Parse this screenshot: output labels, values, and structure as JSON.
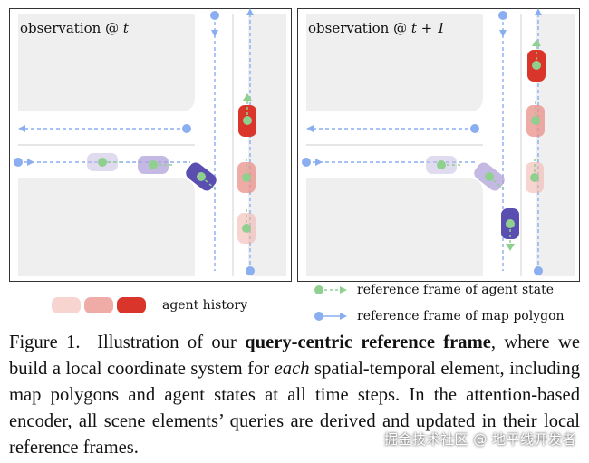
{
  "panels": [
    {
      "title_prefix": "observation @ ",
      "title_var": "t"
    },
    {
      "title_prefix": "observation @ ",
      "title_var": "t + 1"
    }
  ],
  "legend": {
    "agent_history": "agent history",
    "agent_state_frame": "reference frame of agent state",
    "map_polygon_frame": "reference frame of map polygon"
  },
  "caption": {
    "label": "Figure 1.",
    "part1": "Illustration of our ",
    "bold": "query-centric reference frame",
    "part2": ", where we build a local coordinate system for ",
    "italic": "each",
    "part3": " spatial-temporal element, including map polygons and agent states at all time steps. In the attention-based encoder, all scene elements’ queries are derived and updated in their local reference frames."
  },
  "watermark": "掘金技术社区 @ 地平线开发者",
  "colors": {
    "road_block": "#efefef",
    "agent_frame": "#8fd08f",
    "map_frame": "#8aaef0",
    "red_car": "#d9352b",
    "purple_car": "#5a4fb0"
  }
}
